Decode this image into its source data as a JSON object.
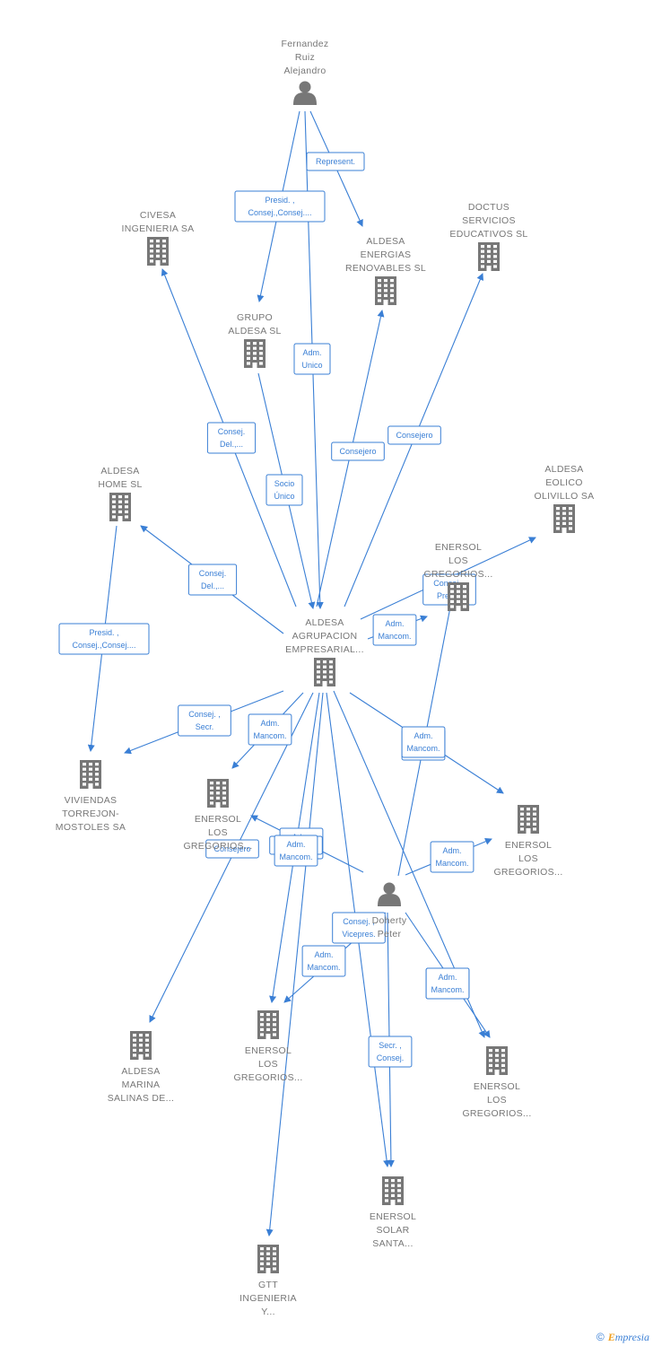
{
  "nodes": [
    {
      "id": "fernandez",
      "type": "person",
      "label": [
        "Fernandez",
        "Ruiz",
        "Alejandro"
      ]
    },
    {
      "id": "civesa",
      "type": "company",
      "label": [
        "CIVESA",
        "INGENIERIA SA"
      ]
    },
    {
      "id": "doctus",
      "type": "company",
      "label": [
        "DOCTUS",
        "SERVICIOS",
        "EDUCATIVOS SL"
      ]
    },
    {
      "id": "aldesa_energias",
      "type": "company",
      "label": [
        "ALDESA",
        "ENERGIAS",
        "RENOVABLES SL"
      ]
    },
    {
      "id": "grupo_aldesa",
      "type": "company",
      "label": [
        "GRUPO",
        "ALDESA SL"
      ]
    },
    {
      "id": "aldesa_home",
      "type": "company",
      "label": [
        "ALDESA",
        "HOME SL"
      ]
    },
    {
      "id": "aldesa_eolico",
      "type": "company",
      "label": [
        "ALDESA",
        "EOLICO",
        "OLIVILLO SA"
      ]
    },
    {
      "id": "enersol_top",
      "type": "company",
      "label": [
        "ENERSOL",
        "LOS",
        "GREGORIOS..."
      ]
    },
    {
      "id": "aldesa_agrupacion",
      "type": "company",
      "label": [
        "ALDESA",
        "AGRUPACION",
        "EMPRESARIAL..."
      ]
    },
    {
      "id": "viviendas",
      "type": "company",
      "label": [
        "VIVIENDAS",
        "TORREJON-",
        "MOSTOLES SA"
      ]
    },
    {
      "id": "enersol_mid_left",
      "type": "company",
      "label": [
        "ENERSOL",
        "LOS",
        "GREGORIOS..."
      ]
    },
    {
      "id": "enersol_mid_right",
      "type": "company",
      "label": [
        "ENERSOL",
        "LOS",
        "GREGORIOS..."
      ]
    },
    {
      "id": "doherty",
      "type": "person",
      "label": [
        "Doherty",
        "Peter"
      ]
    },
    {
      "id": "aldesa_marina",
      "type": "company",
      "label": [
        "ALDESA",
        "MARINA",
        "SALINAS DE..."
      ]
    },
    {
      "id": "enersol_low_center",
      "type": "company",
      "label": [
        "ENERSOL",
        "LOS",
        "GREGORIOS..."
      ]
    },
    {
      "id": "enersol_low_right",
      "type": "company",
      "label": [
        "ENERSOL",
        "LOS",
        "GREGORIOS..."
      ]
    },
    {
      "id": "enersol_solar",
      "type": "company",
      "label": [
        "ENERSOL",
        "SOLAR",
        "SANTA..."
      ]
    },
    {
      "id": "gtt",
      "type": "company",
      "label": [
        "GTT",
        "INGENIERIA",
        "Y..."
      ]
    }
  ],
  "edges": [
    {
      "from": "fernandez",
      "to": "aldesa_energias",
      "label": [
        "Represent."
      ]
    },
    {
      "from": "fernandez",
      "to": "grupo_aldesa",
      "label": [
        "Presid. ,",
        "Consej.,Consej...."
      ]
    },
    {
      "from": "fernandez",
      "to": "aldesa_agrupacion",
      "label": [
        "Adm.",
        "Unico"
      ]
    },
    {
      "from": "aldesa_agrupacion",
      "to": "civesa",
      "label": [
        "Consej.",
        "Del.,..."
      ]
    },
    {
      "from": "grupo_aldesa",
      "to": "aldesa_agrupacion",
      "label": [
        "Socio",
        "Único"
      ]
    },
    {
      "from": "aldesa_agrupacion",
      "to": "aldesa_energias",
      "label": [
        "Consejero"
      ]
    },
    {
      "from": "aldesa_agrupacion",
      "to": "doctus",
      "label": [
        "Consejero"
      ]
    },
    {
      "from": "aldesa_agrupacion",
      "to": "aldesa_home",
      "label": [
        "Consej.",
        "Del.,..."
      ]
    },
    {
      "from": "aldesa_agrupacion",
      "to": "aldesa_eolico",
      "label": [
        "Consej. ,",
        "Presid."
      ]
    },
    {
      "from": "aldesa_agrupacion",
      "to": "enersol_top",
      "label": [
        "Adm.",
        "Mancom."
      ]
    },
    {
      "from": "aldesa_home",
      "to": "viviendas",
      "label": [
        "Presid. ,",
        "Consej.,Consej...."
      ]
    },
    {
      "from": "aldesa_agrupacion",
      "to": "viviendas",
      "label": [
        "Consej. ,",
        "Secr."
      ]
    },
    {
      "from": "aldesa_agrupacion",
      "to": "enersol_mid_left",
      "label": [
        "Adm.",
        "Mancom."
      ]
    },
    {
      "from": "aldesa_agrupacion",
      "to": "enersol_mid_right",
      "label": [
        "Adm.",
        "Mancom."
      ]
    },
    {
      "from": "doherty",
      "to": "enersol_top",
      "label": [
        "Adm.",
        "Mancom."
      ]
    },
    {
      "from": "doherty",
      "to": "enersol_mid_left",
      "label": [
        "Adm.",
        "Mancom."
      ]
    },
    {
      "from": "doherty",
      "to": "enersol_mid_right",
      "label": [
        "Adm.",
        "Mancom."
      ]
    },
    {
      "from": "aldesa_agrupacion",
      "to": "aldesa_marina",
      "label": [
        "Consejero"
      ]
    },
    {
      "from": "aldesa_agrupacion",
      "to": "enersol_low_center",
      "label": [
        "Consejero"
      ]
    },
    {
      "from": "doherty",
      "to": "enersol_low_center",
      "label": [
        "Adm.",
        "Mancom."
      ]
    },
    {
      "from": "doherty",
      "to": "enersol_solar",
      "label": [
        "Consej. ,",
        "Vicepres."
      ]
    },
    {
      "from": "aldesa_agrupacion",
      "to": "enersol_solar",
      "label": [
        "Secr. ,",
        "Consej."
      ]
    },
    {
      "from": "aldesa_agrupacion",
      "to": "enersol_low_right",
      "label": [
        "Adm.",
        "Mancom."
      ]
    },
    {
      "from": "doherty",
      "to": "enersol_low_right",
      "label": [
        "Adm.",
        "Mancom."
      ]
    },
    {
      "from": "aldesa_agrupacion",
      "to": "gtt",
      "label": [
        "Adm.",
        "Mancom."
      ]
    }
  ],
  "brand": {
    "copyright": "©",
    "name_initial": "E",
    "name_rest": "mpresia"
  },
  "colors": {
    "edge": "#3a7fd5",
    "node": "#777777",
    "brand_accent": "#f0a020"
  }
}
